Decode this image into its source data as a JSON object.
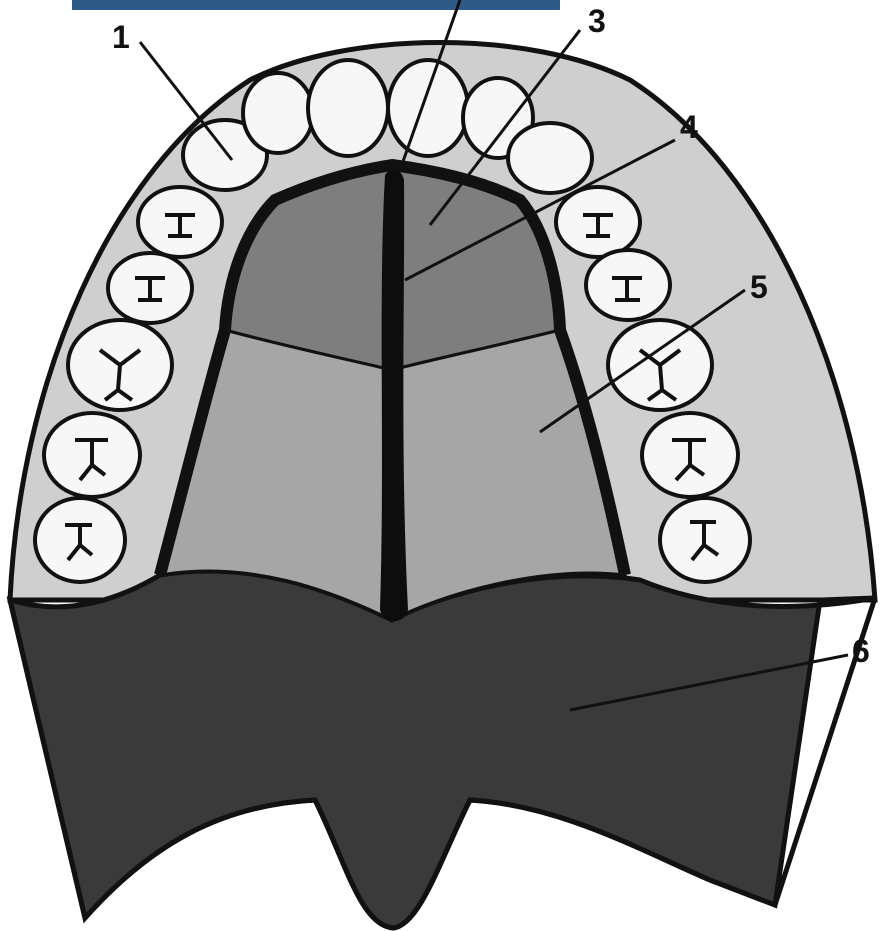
{
  "colors": {
    "background": "#ffffff",
    "top_bar": "#2e5a88",
    "outline": "#111111",
    "gum": "#cfcfcf",
    "tooth": "#f7f7f7",
    "anterior_palate": "#7e7e7e",
    "posterior_palate": "#a6a6a6",
    "soft_palate": "#3a3a3a",
    "raphe": "#0d0d0d"
  },
  "labels": {
    "l1": "1",
    "l3": "3",
    "l4": "4",
    "l5": "5",
    "l6": "6"
  }
}
